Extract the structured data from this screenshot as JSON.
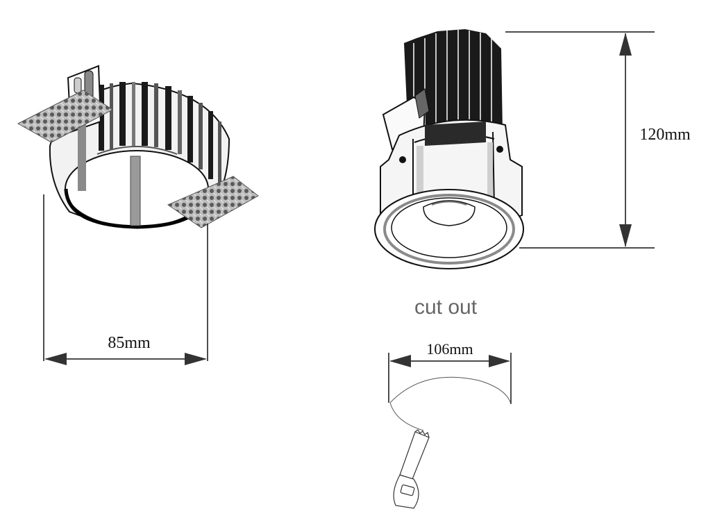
{
  "dimensions": {
    "width_label": "85mm",
    "height_label": "120mm",
    "cutout_label": "106mm",
    "cutout_caption": "cut out"
  },
  "colors": {
    "line": "#111111",
    "fin_dark": "#1a1a1a",
    "fin_mid": "#555555",
    "fin_light": "#d8d8d8",
    "trim_grey": "#8a8a8a",
    "mesh_fill": "#9a9a9a",
    "arrow": "#333333",
    "caption": "#666666"
  }
}
